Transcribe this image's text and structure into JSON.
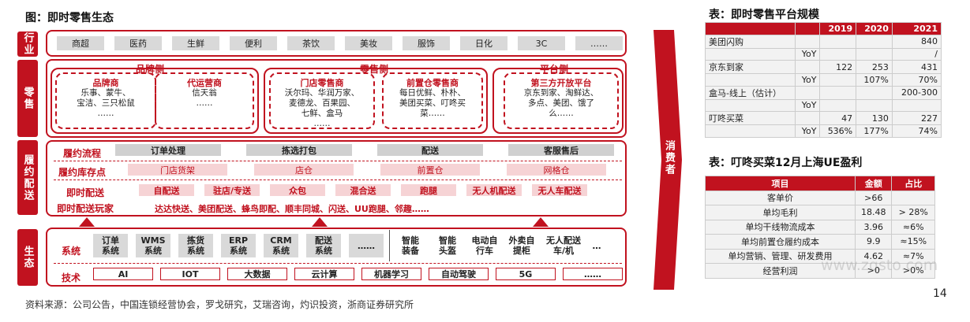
{
  "diagram": {
    "title": "图：即时零售生态",
    "industry_label": "行业",
    "industry_items": [
      "商超",
      "医药",
      "生鲜",
      "便利",
      "茶饮",
      "美妆",
      "服饰",
      "日化",
      "3C",
      "……"
    ],
    "retail_label": "零售",
    "brand_side": "品牌侧",
    "retail_side": "零售侧",
    "platform_side": "平台侧",
    "cards": [
      {
        "head": "品牌商",
        "lines": [
          "乐事、蒙牛、",
          "宝洁、三只松鼠",
          "……"
        ]
      },
      {
        "head": "代运营商",
        "lines": [
          "信天翁",
          "……"
        ]
      },
      {
        "head": "门店零售商",
        "lines": [
          "沃尔玛、华润万家、",
          "麦德龙、百果园、",
          "七鲜、盒马",
          "……"
        ]
      },
      {
        "head": "前置仓零售商",
        "lines": [
          "每日优鲜、朴朴、",
          "美团买菜、叮咚买",
          "菜……"
        ]
      },
      {
        "head": "第三方开放平台",
        "lines": [
          "京东到家、淘鲜达、",
          "多点、美团、饿了",
          "么……"
        ]
      }
    ],
    "fulfil_label": "履约配送",
    "process_label": "履约流程",
    "process_items": [
      "订单处理",
      "拣选打包",
      "配送",
      "客服售后"
    ],
    "storage_label": "履约库存点",
    "storage_items": [
      "门店货架",
      "店仓",
      "前置仓",
      "网格仓"
    ],
    "instant_label": "即时配送",
    "instant_items": [
      "自配送",
      "驻店/专送",
      "众包",
      "混合送",
      "跑腿",
      "无人机配送",
      "无人车配送"
    ],
    "players_label": "即时配送玩家",
    "players_text": "达达快送、美团配送、蜂鸟即配、顺丰同城、闪送、UU跑腿、邻趣……",
    "eco_label": "生态",
    "system_label": "系统",
    "system_items": [
      "订单\n系统",
      "WMS\n系统",
      "拣货\n系统",
      "ERP\n系统",
      "CRM\n系统",
      "配送\n系统",
      "……"
    ],
    "device_items": [
      "智能\n装备",
      "智能\n头盔",
      "电动自\n行车",
      "外卖自\n提柜",
      "无人配送\n车/机",
      "…"
    ],
    "tech_label": "技术",
    "tech_items": [
      "AI",
      "IOT",
      "大数据",
      "云计算",
      "机器学习",
      "自动驾驶",
      "5G",
      "……"
    ],
    "consumer_label": "消费者"
  },
  "table1": {
    "title": "表：即时零售平台规模",
    "headers": [
      "",
      "",
      "2019",
      "2020",
      "2021"
    ],
    "rows": [
      [
        "美团闪购",
        "",
        "",
        "",
        "840"
      ],
      [
        "",
        "YoY",
        "",
        "",
        "/"
      ],
      [
        "京东到家",
        "",
        "122",
        "253",
        "431"
      ],
      [
        "",
        "YoY",
        "",
        "107%",
        "70%"
      ],
      [
        "盒马-线上（估计）",
        "",
        "",
        "",
        "200-300"
      ],
      [
        "",
        "YoY",
        "",
        "",
        ""
      ],
      [
        "叮咚买菜",
        "",
        "47",
        "130",
        "227"
      ],
      [
        "",
        "YoY",
        "536%",
        "177%",
        "74%"
      ]
    ]
  },
  "table2": {
    "title": "表：叮咚买菜12月上海UE盈利",
    "headers": [
      "项目",
      "金额",
      "占比"
    ],
    "rows": [
      [
        "客单价",
        ">66",
        ""
      ],
      [
        "单均毛利",
        "18.48",
        "> 28%"
      ],
      [
        "单均干线物流成本",
        "3.96",
        "≈6%"
      ],
      [
        "单均前置仓履约成本",
        "9.9",
        "≈15%"
      ],
      [
        "单均营销、管理、研发费用",
        "4.62",
        "≈7%"
      ],
      [
        "经营利润",
        ">0",
        ">0%"
      ]
    ]
  },
  "source": "资料来源：公司公告，中国连锁经营协会，罗戈研究，艾瑞咨询，灼识投资，浙商证券研究所",
  "page_number": "14",
  "watermark": "www.zqsto.com"
}
